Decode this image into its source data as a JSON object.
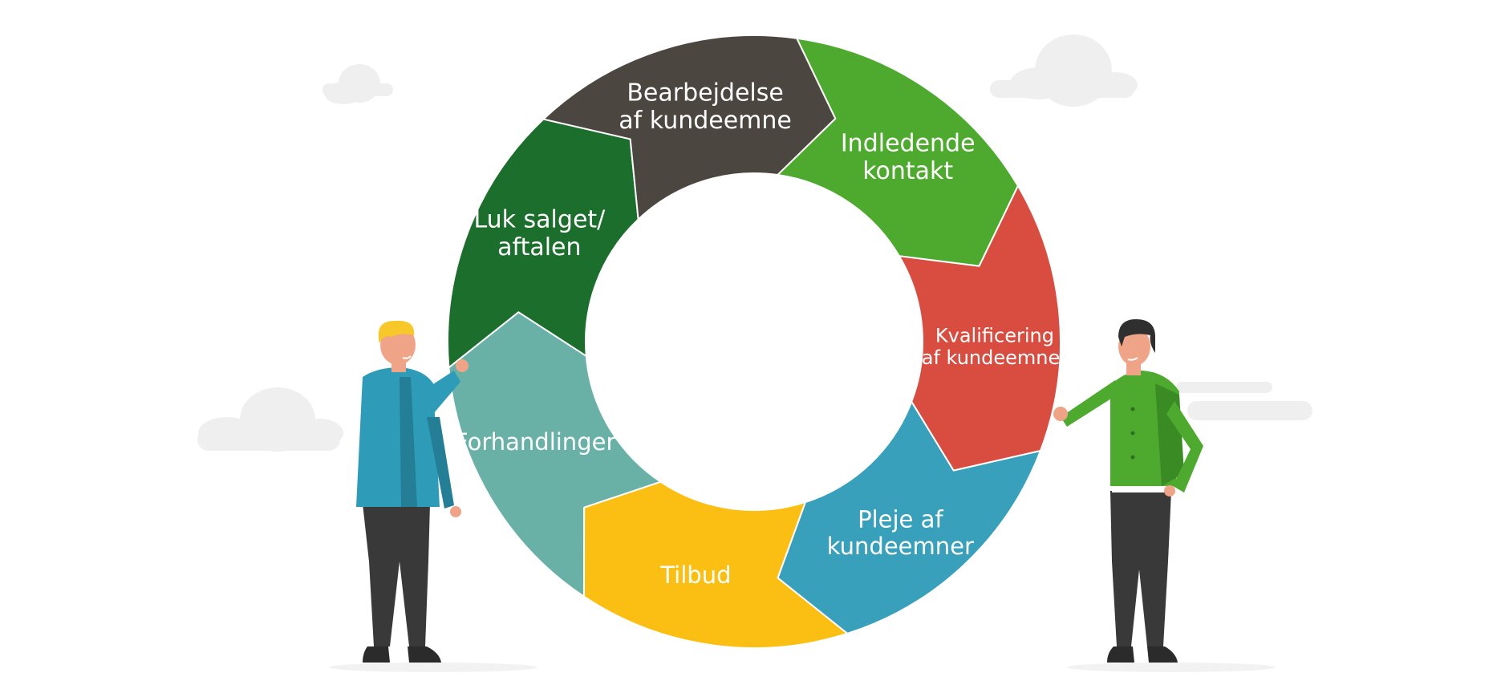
{
  "diagram": {
    "type": "cycle",
    "stages": [
      {
        "id": "contact",
        "lines": [
          "Indledende",
          "kontakt"
        ],
        "color": "#4EAA2E"
      },
      {
        "id": "qualify",
        "lines": [
          "Kvalificering",
          "af kundeemner"
        ],
        "color": "#D94C40"
      },
      {
        "id": "nurture",
        "lines": [
          "Pleje af",
          "kundeemner"
        ],
        "color": "#38A0BA"
      },
      {
        "id": "offer",
        "lines": [
          "Tilbud"
        ],
        "color": "#FBBF14"
      },
      {
        "id": "negotiate",
        "lines": [
          "Forhandlinger"
        ],
        "color": "#69B1A6"
      },
      {
        "id": "close",
        "lines": [
          "Luk salget/",
          "aftalen"
        ],
        "color": "#1B6E2B"
      },
      {
        "id": "process",
        "lines": [
          "Bearbejdelse",
          "af kundeemne"
        ],
        "color": "#4C4641"
      }
    ]
  },
  "colors": {
    "cloud": "#EFEFEF",
    "skin": "#EFA487",
    "pants": "#393939",
    "shoes": "#2B2B2B",
    "left_shirt": "#2E9CB8",
    "left_shirt_dark": "#247E95",
    "left_hair": "#F8C82A",
    "right_shirt": "#4DAA2E",
    "right_shirt_dark": "#3A8B23",
    "right_hair": "#2F2F2F",
    "shadow": "#F2F2F2"
  },
  "icons": {
    "left_person": "presenter-man-blond-icon",
    "right_person": "presenter-man-dark-hair-icon",
    "clouds": "cloud-icon"
  }
}
